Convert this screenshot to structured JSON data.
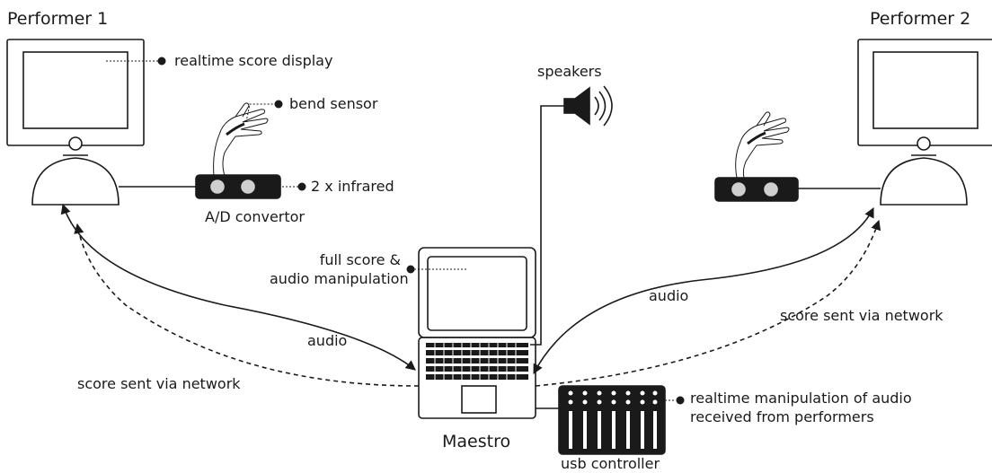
{
  "performers": {
    "left": "Performer 1",
    "right": "Performer 2"
  },
  "labels": {
    "realtime_score_display": "realtime score display",
    "bend_sensor": "bend sensor",
    "infrared": "2 x infrared",
    "ad_convertor": "A/D convertor",
    "speakers": "speakers",
    "full_score_line1": "full score &",
    "full_score_line2": "audio manipulation",
    "audio_left": "audio",
    "audio_right": "audio",
    "score_network_left": "score sent via network",
    "score_network_right": "score sent via network",
    "maestro": "Maestro",
    "usb_controller": "usb controller",
    "realtime_manip_line1": "realtime manipulation of audio",
    "realtime_manip_line2": "received from performers"
  }
}
